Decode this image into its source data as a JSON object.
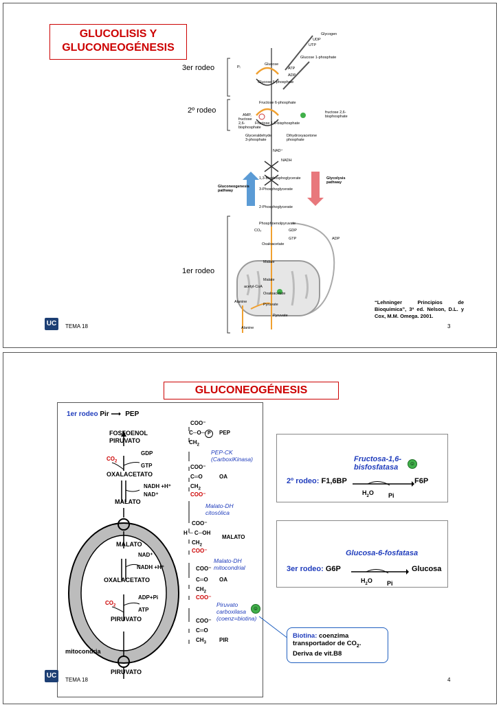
{
  "slide1": {
    "title_line1": "GLUCOLISIS Y",
    "title_line2": "GLUCONEOGÉNESIS",
    "rodeo3": "3er rodeo",
    "rodeo2": "2º rodeo",
    "rodeo1": "1er rodeo",
    "pathway": {
      "glycogen": "Glycogen",
      "udp": "UDP",
      "utp": "UTP",
      "glucose1p": "Glucose 1-phosphate",
      "pi": "Pᵢ",
      "glucose": "Glucose",
      "atp": "ATP",
      "adp": "ADP",
      "glucose6p": "Glucose 6-phosphate",
      "fructose6p": "Fructose 6-phosphate",
      "amp": "AMP,",
      "f26bp_left": "fructose 2,6-bisphosphate",
      "f26bp_right": "fructose 2,6-bisphosphate",
      "fructose16bp": "Fructose 1,6-bisphosphate",
      "g3p": "Glyceraldehyde 3-phosphate",
      "dhap": "Dihydroxyacetone phosphate",
      "nad": "NAD⁺",
      "nadh": "NADH",
      "bpg": "1,3-Bisphosphoglycerate",
      "pg3": "3-Phosphoglycerate",
      "pg2": "2-Phosphoglycerate",
      "pep": "Phosphoenolpyruvate",
      "co2": "CO₂",
      "gdp": "GDP",
      "gtp": "GTP",
      "oaa": "Oxaloacetate",
      "malate": "Malate",
      "acetylcoa": "acetyl-CoA",
      "pyruvate": "Pyruvate",
      "alanine": "Alanine",
      "gluconeo_label": "Gluconeogenesis pathway",
      "glycolysis_label": "Glycolysis pathway"
    },
    "reference": "“Lehninger Principios de Bioquímica”, 3ª ed. Nelson, D.L. y Cox, M.M. Omega. 2001.",
    "logo": "UC",
    "tema": "TEMA 18",
    "page": "3"
  },
  "slide2": {
    "title": "GLUCONEOGÉNESIS",
    "header_rodeo": "1er rodeo",
    "header_pir": "Pir",
    "header_pep": "PEP",
    "fosfoenol": "FOSFOENOL",
    "piruvato_top": "PIRUVATO",
    "gdp": "GDP",
    "co2a": "CO",
    "co2b": "CO",
    "sub2": "2",
    "gtp": "GTP",
    "oxalacetato_top": "OXALACETATO",
    "nadh_h": "NADH +H⁺",
    "nad_top": "NAD⁺",
    "malato_top": "MALATO",
    "malato_mito": "MALATO",
    "nad_mito": "NAD⁺",
    "nadh_mito": "NADH +H⁺",
    "oxalacetato_mito": "OXALACETATO",
    "adp_pi": "ADP+Pi",
    "atp": "ATP",
    "piruvato_mito": "PIRUVATO",
    "mitocondria": "mitocondria",
    "piruvato_bottom": "PIRUVATO",
    "struct": {
      "coo_minus": "COO⁻",
      "c": "C",
      "o_p": "O",
      "p_circle": "P",
      "ch2": "CH",
      "c_eq_o": "C═O",
      "h": "H",
      "oh": "OH",
      "ch3": "CH",
      "sub3": "3"
    },
    "labels": {
      "pep": "PEP",
      "oa1": "OA",
      "malato": "MALATO",
      "oa2": "OA",
      "pir": "PIR"
    },
    "enzymes": {
      "pepck_1": "PEP-CK",
      "pepck_2": "(CarboxiKinasa)",
      "mdh_cit_1": "Malato-DH",
      "mdh_cit_2": "citosólica",
      "mdh_mit_1": "Malato-DH",
      "mdh_mit_2": "mitocondrial",
      "pc_1": "Piruvato",
      "pc_2": "carboxilasa",
      "pc_3": "(coenz=biotina)"
    },
    "panel2": {
      "enzyme_1": "Fructosa-1,6-",
      "enzyme_2": "bisfosfatasa",
      "rodeo": "2º rodeo:",
      "substrate": "F1,6BP",
      "h2o": "H",
      "o": "O",
      "pi": "Pi",
      "product": "F6P"
    },
    "panel3": {
      "enzyme": "Glucosa-6-fosfatasa",
      "rodeo": "3er rodeo:",
      "substrate": "G6P",
      "h2o": "H",
      "o": "O",
      "pi": "Pi",
      "product": "Glucosa"
    },
    "note_1": "Biotina:",
    "note_2": " coenzima",
    "note_3": "transportador de CO",
    "note_4": ".",
    "note_5": "Deriva de vit.B8",
    "smile": "☺",
    "logo": "UC",
    "tema": "TEMA 18",
    "page": "4"
  },
  "colors": {
    "title_red": "#cc0000",
    "enzyme_blue": "#1f3cbc",
    "orange_arrow": "#f0a030",
    "gluconeo_blue": "#5b9bd5",
    "glycolysis_pink": "#e8787c",
    "logo_navy": "#1d3f74"
  }
}
